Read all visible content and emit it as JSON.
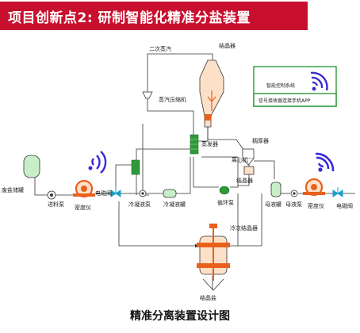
{
  "header": {
    "title": "项目创新点2: 研制智能化精准分盐装置"
  },
  "caption": "精准分离装置设计图",
  "diagram": {
    "labels": {
      "secondary_steam": "二次蒸汽",
      "crystallizer": "结晶器",
      "steam_compressor": "蒸汽压缩机",
      "evaporator": "蒸发器",
      "thickener": "稠厚器",
      "centrifuge": "离心机",
      "crystallizer_box": "结晶器",
      "waste_salt_tank": "废盐储罐",
      "feed_pump": "进料泵",
      "density_meter_left": "密度仪",
      "solenoid_valve_left": "电磁阀",
      "condensate_pump": "冷凝液泵",
      "condensate_tank": "冷凝液罐",
      "circulation_pump": "循环泵",
      "mother_liquor_tank": "母液罐",
      "mother_liquor_pump": "母液泵",
      "density_meter_right": "密度仪",
      "solenoid_valve_right": "电磁阀",
      "cooling_crystallizer": "冷冻结晶器",
      "crystal_salt": "结晶盐",
      "control_system": "智能控制系统",
      "signal_receiver": "信号接收器连接手机APP"
    },
    "colors": {
      "line": "#333333",
      "orange": "#e8601c",
      "green": "#2e9a3a",
      "cyan": "#1aa0c8",
      "signal": "#3a2bd8",
      "control_border": "#2e9a3a"
    }
  }
}
